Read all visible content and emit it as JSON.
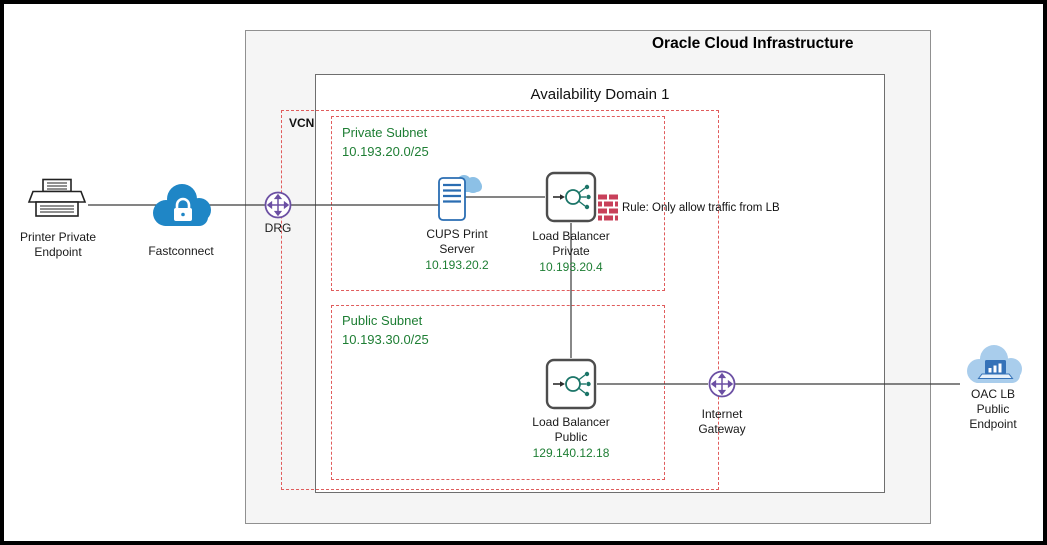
{
  "colors": {
    "subnet_green": "#1e7e34",
    "dashed_red": "#e05c5c",
    "gateway_purple": "#6b4fa3",
    "cloud_blue": "#1f86c6",
    "line_gray": "#3a3a3a"
  },
  "oci": {
    "title": "Oracle Cloud Infrastructure"
  },
  "availability_domain": {
    "title": "Availability Domain 1"
  },
  "vcn": {
    "label": "VCN"
  },
  "subnets": {
    "private": {
      "label": "Private Subnet",
      "cidr": "10.193.20.0/25"
    },
    "public": {
      "label": "Public Subnet",
      "cidr": "10.193.30.0/25"
    }
  },
  "nodes": {
    "printer": {
      "label": "Printer Private\nEndpoint"
    },
    "fastconnect": {
      "label": "Fastconnect"
    },
    "drg": {
      "label": "DRG"
    },
    "cups_server": {
      "label": "CUPS Print\nServer",
      "ip": "10.193.20.2"
    },
    "lb_private": {
      "label": "Load Balancer\nPrivate",
      "ip": "10.193.20.4"
    },
    "lb_public": {
      "label": "Load Balancer\nPublic",
      "ip": "129.140.12.18"
    },
    "internet_gateway": {
      "label": "Internet\nGateway"
    },
    "oac_endpoint": {
      "label": "OAC LB\nPublic\nEndpoint"
    }
  },
  "annotations": {
    "lb_rule": "Rule: Only allow traffic from LB"
  }
}
